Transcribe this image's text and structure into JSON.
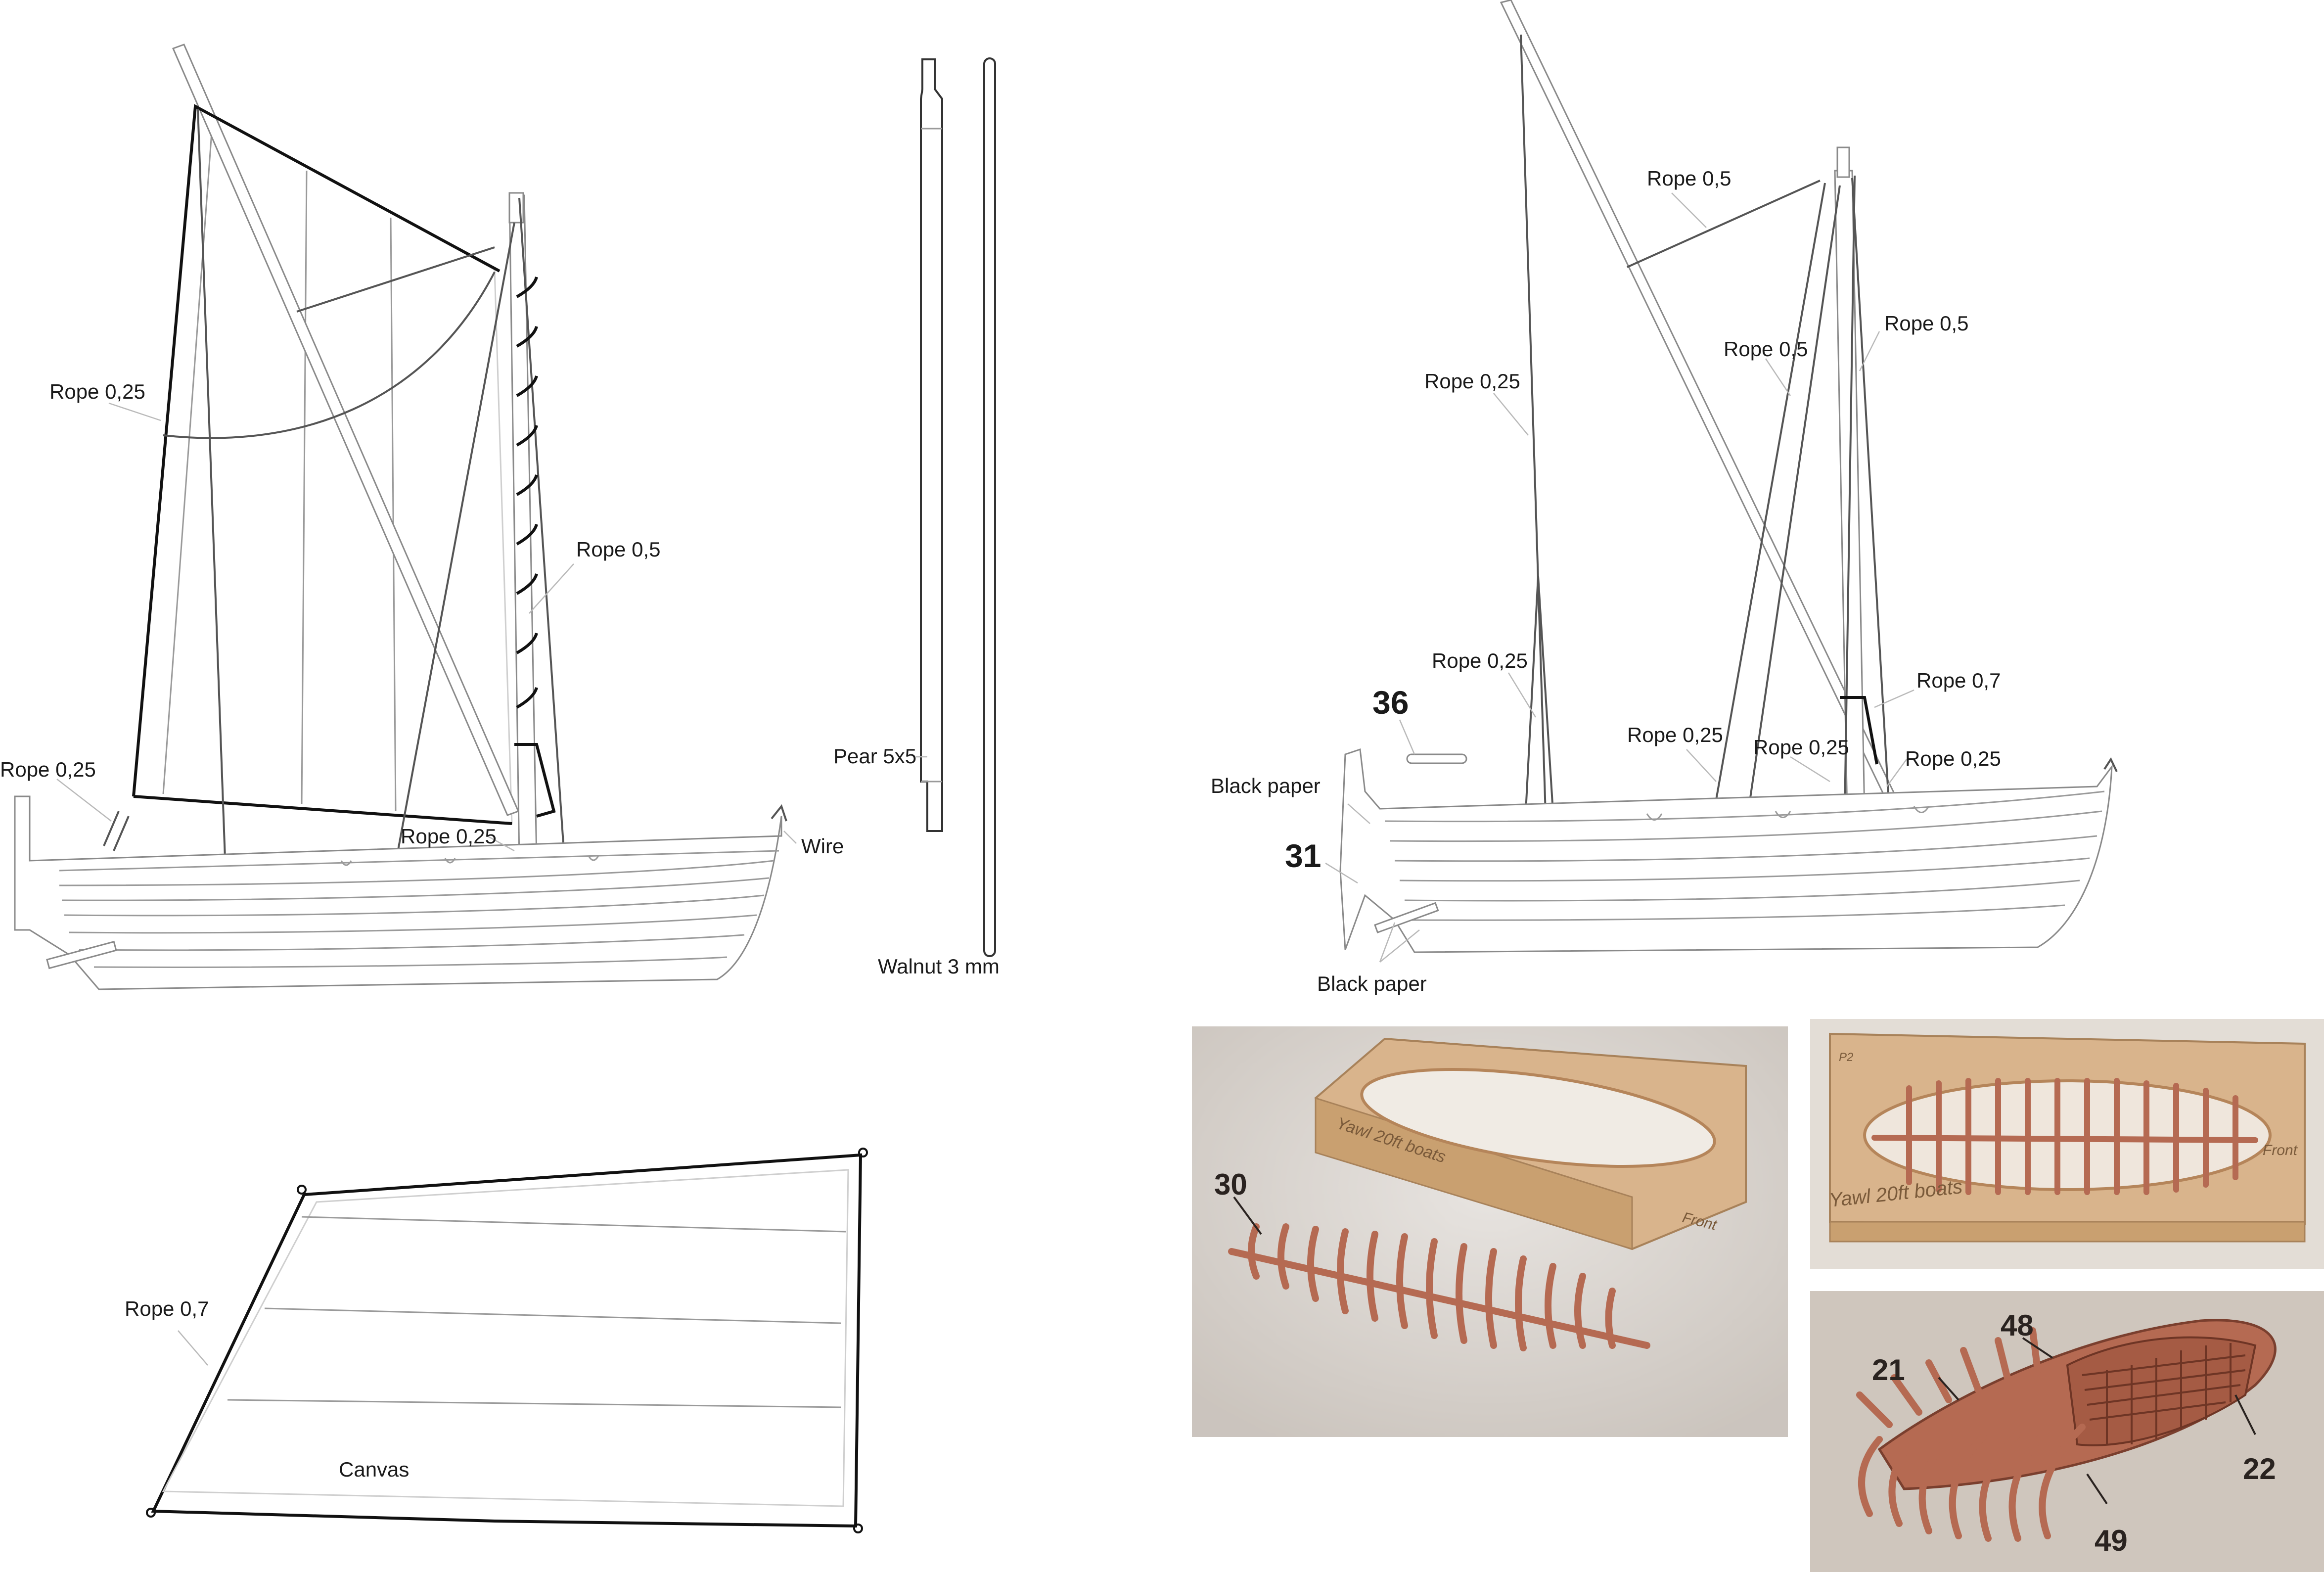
{
  "colors": {
    "background": "#ffffff",
    "line_light": "#9a9a9a",
    "line_dark": "#111111",
    "text": "#1a1a1a",
    "wood_light": "#d9b48c",
    "wood_red": "#b56a52",
    "photo_bg": "#d8d2cc"
  },
  "left_drawing": {
    "labels": {
      "rope_025_top": "Rope 0,25",
      "rope_05": "Rope 0,5",
      "rope_025_bow": "Rope 0,25",
      "rope_025_mid": "Rope 0,25",
      "wire": "Wire"
    }
  },
  "spars": {
    "pear": "Pear 5x5",
    "walnut": "Walnut 3 mm"
  },
  "right_drawing": {
    "labels": {
      "rope_05_top": "Rope 0,5",
      "rope_025_high": "Rope 0,25",
      "rope_05_left": "Rope 0,5",
      "rope_05_right": "Rope 0,5",
      "rope_025_low": "Rope 0,25",
      "rope_07": "Rope 0,7",
      "rope_025_a": "Rope 0,25",
      "rope_025_b": "Rope 0,25",
      "rope_025_c": "Rope 0,25",
      "black_paper_top": "Black paper",
      "black_paper_bottom": "Black paper"
    },
    "part_numbers": {
      "p36": "36",
      "p31": "31"
    }
  },
  "sail": {
    "rope": "Rope 0,7",
    "material": "Canvas"
  },
  "photos": {
    "photo1": {
      "part": "30",
      "jig_text": "Yawl 20ft boats",
      "front": "Front"
    },
    "photo2": {
      "jig_text": "Yawl 20ft boats",
      "front": "Front",
      "code": "P2"
    },
    "photo3": {
      "parts": [
        "21",
        "48",
        "22",
        "49"
      ]
    }
  }
}
